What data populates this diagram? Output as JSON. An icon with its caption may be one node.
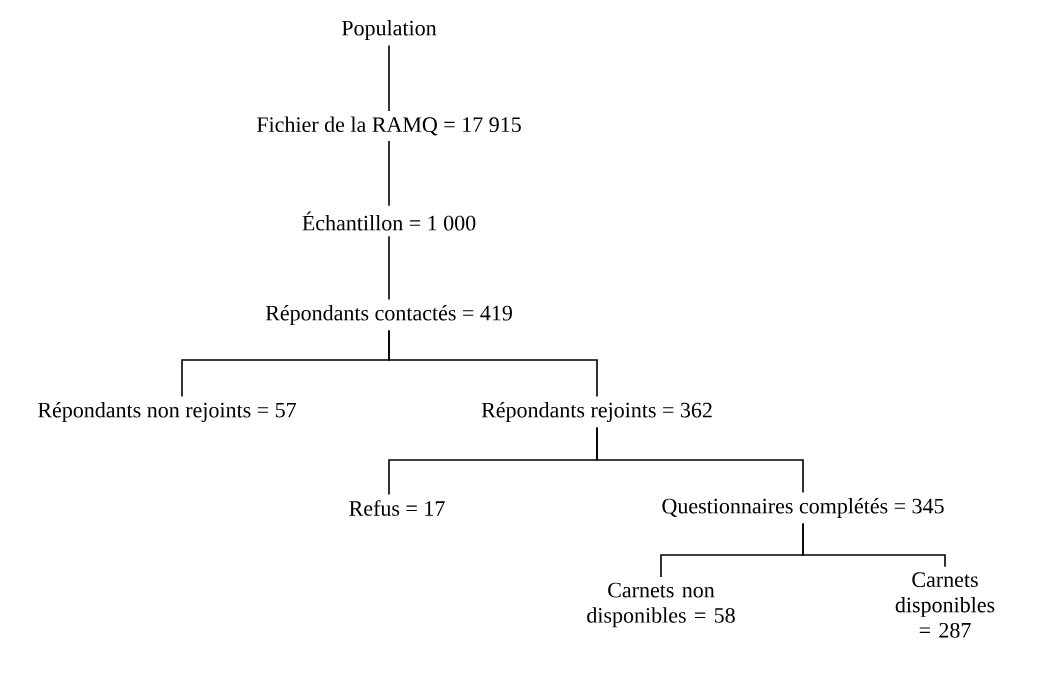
{
  "diagram": {
    "nodes": [
      {
        "text": [
          "Population"
        ]
      },
      {
        "text": [
          "Fichier de la RAMQ = 17 915"
        ]
      },
      {
        "text": [
          "Échantillon = 1 000"
        ]
      },
      {
        "text": [
          "Répondants contactés = 419"
        ]
      },
      {
        "text": [
          "Répondants non rejoints = 57"
        ]
      },
      {
        "text": [
          "Répondants rejoints = 362"
        ]
      },
      {
        "text": [
          "Refus = 17"
        ]
      },
      {
        "text": [
          "Questionnaires complétés = 345"
        ]
      },
      {
        "text": [
          "Carnets non disponibles = 58"
        ]
      },
      {
        "text": [
          "Carnets disponibles = 287"
        ]
      }
    ],
    "edges": [
      {
        "from": 0,
        "to": 1,
        "arrow": "none"
      },
      {
        "from": 1,
        "to": 2,
        "arrow": "none"
      },
      {
        "from": 2,
        "to": 3,
        "arrow": "none"
      },
      {
        "from": 3,
        "to": 4,
        "arrow": "none"
      },
      {
        "from": 3,
        "to": 5,
        "arrow": "none"
      },
      {
        "from": 5,
        "to": 6,
        "arrow": "none"
      },
      {
        "from": 5,
        "to": 7,
        "arrow": "none"
      },
      {
        "from": 7,
        "to": 8,
        "arrow": "none"
      },
      {
        "from": 7,
        "to": 9,
        "arrow": "none"
      }
    ]
  }
}
